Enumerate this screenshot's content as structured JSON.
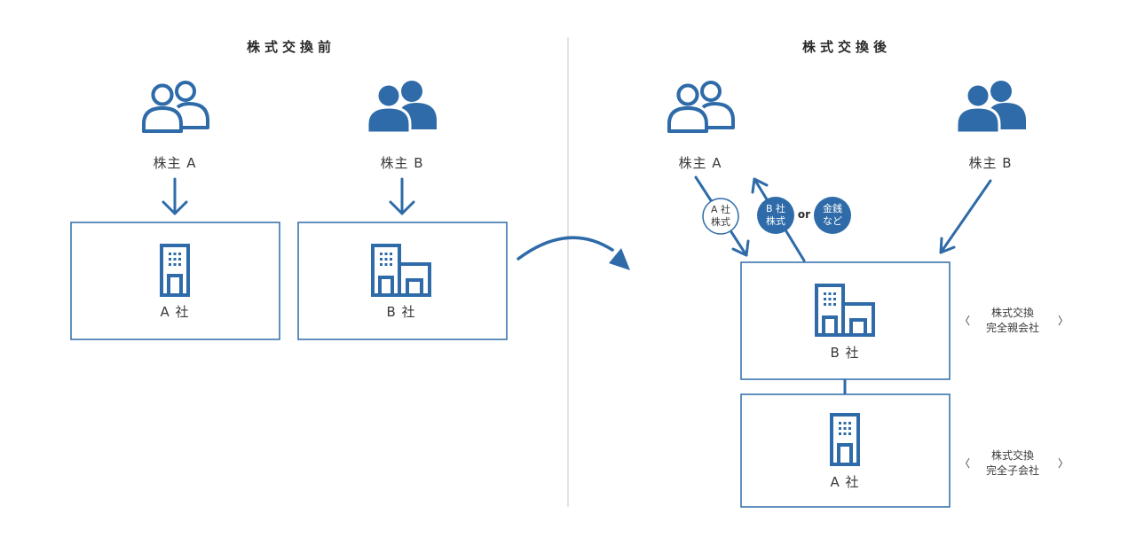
{
  "colors": {
    "primary": "#2e6ba8",
    "text": "#3a3a3a",
    "divider": "#d8d8d8"
  },
  "before": {
    "title": "株式交換前",
    "shareholder_a": {
      "label": "株主 A",
      "icon": "person-outline-icon"
    },
    "shareholder_b": {
      "label": "株主 B",
      "icon": "person-filled-icon"
    },
    "company_a": {
      "label": "A 社",
      "icon": "small-building-icon"
    },
    "company_b": {
      "label": "B 社",
      "icon": "large-building-icon"
    }
  },
  "after": {
    "title": "株式交換後",
    "shareholder_a": {
      "label": "株主 A",
      "icon": "person-outline-icon"
    },
    "shareholder_b": {
      "label": "株主 B",
      "icon": "person-filled-icon"
    },
    "bubble_a_stock": {
      "line1": "A 社",
      "line2": "株式"
    },
    "bubble_b_stock": {
      "line1": "B 社",
      "line2": "株式"
    },
    "or_text": "or",
    "bubble_money": {
      "line1": "金銭",
      "line2": "など"
    },
    "parent_company": {
      "label": "B 社",
      "icon": "large-building-icon",
      "role_line1": "株式交換",
      "role_line2": "完全親会社",
      "bracket_open": "〈",
      "bracket_close": "〉"
    },
    "child_company": {
      "label": "A 社",
      "icon": "small-building-icon",
      "role_line1": "株式交換",
      "role_line2": "完全子会社",
      "bracket_open": "〈",
      "bracket_close": "〉"
    }
  }
}
